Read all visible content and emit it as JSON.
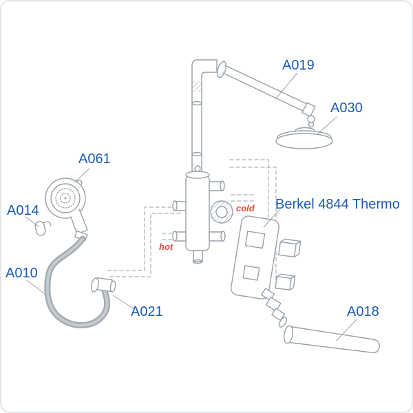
{
  "diagram": {
    "part_labels": {
      "a019": "A019",
      "a030": "A030",
      "a061": "A061",
      "a014": "A014",
      "a010": "A010",
      "a021": "A021",
      "a018": "A018",
      "thermo_valve": "Berkel 4844 Thermo"
    },
    "water_annotations": {
      "hot": "hot",
      "cold": "cold"
    },
    "colors": {
      "label_blue": "#1c59b5",
      "annotation_red": "#e04a38",
      "line_gray": "#9aa1a8"
    }
  }
}
